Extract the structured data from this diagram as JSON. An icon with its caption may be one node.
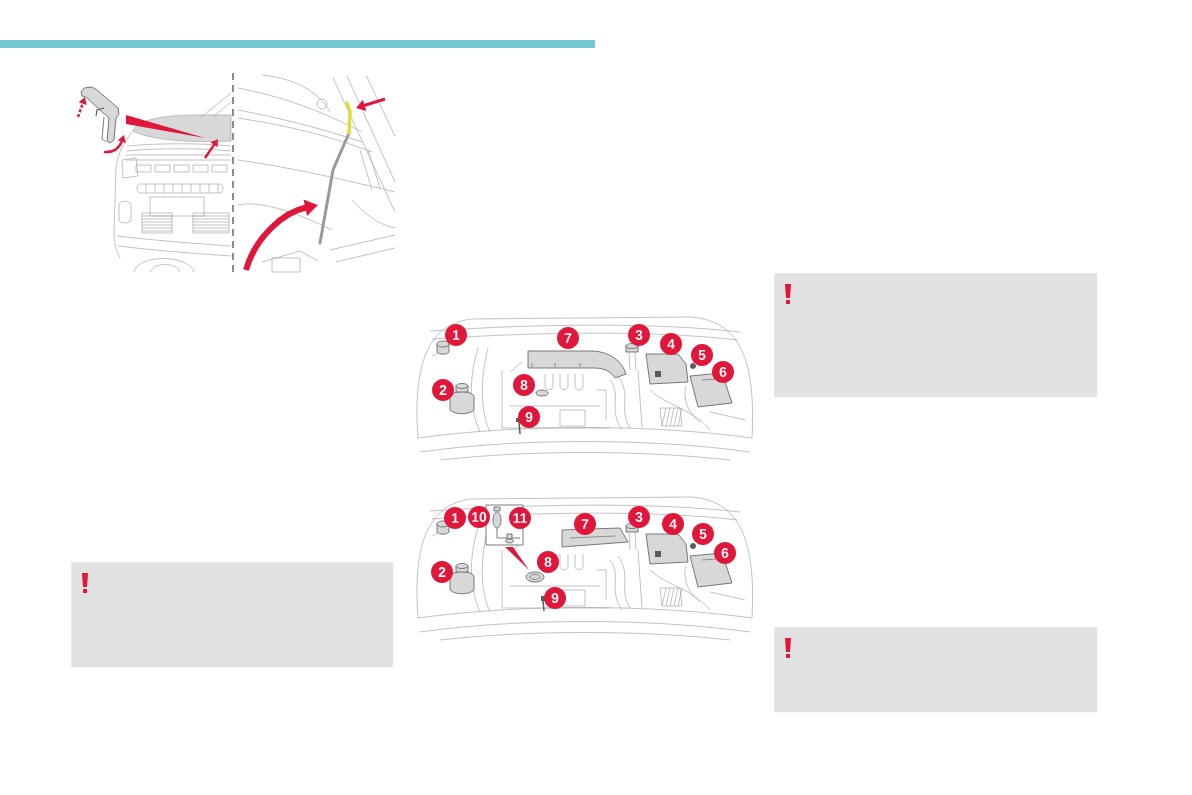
{
  "diagram": {
    "nodes": [
      {
        "text": [],
        "shape": "box"
      },
      {
        "text": [],
        "shape": "box"
      },
      {
        "text": [],
        "shape": "box"
      }
    ],
    "labels": [
      "1",
      "2",
      "3",
      "4",
      "5",
      "6",
      "7",
      "8",
      "9",
      "1",
      "2",
      "3",
      "4",
      "5",
      "6",
      "7",
      "8",
      "9",
      "10",
      "11"
    ]
  }
}
